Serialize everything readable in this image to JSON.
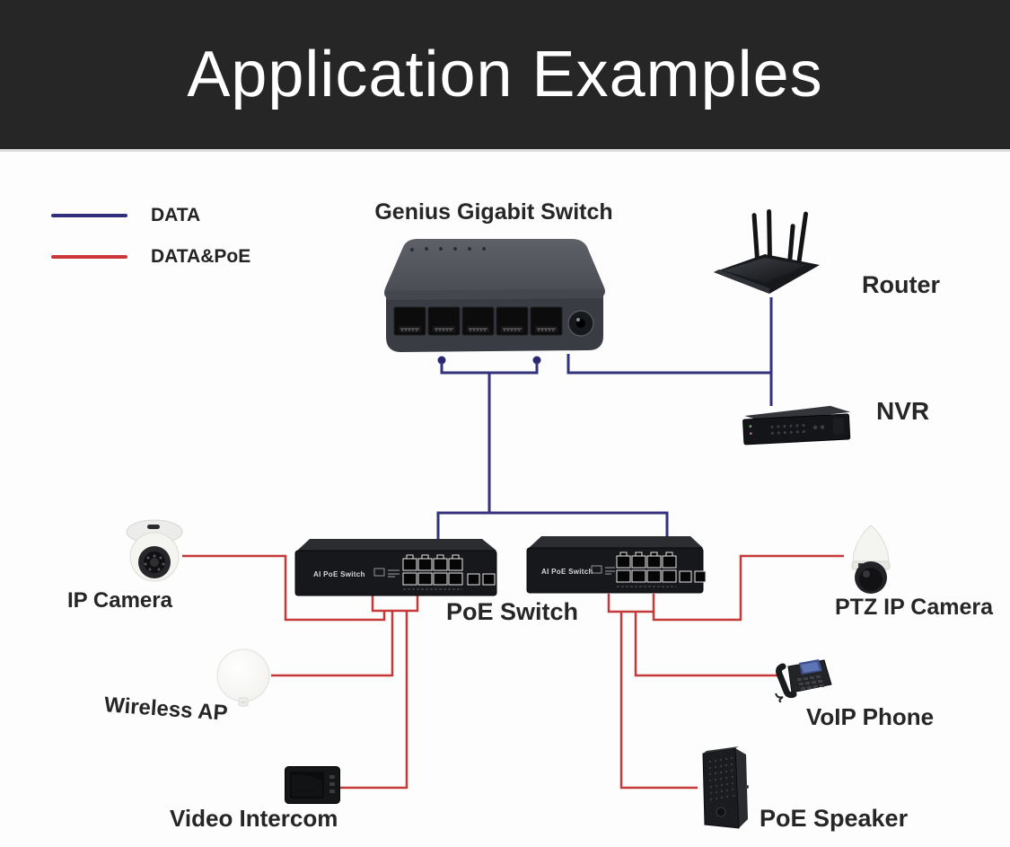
{
  "header": {
    "title": "Application Examples",
    "bg_color": "#262626",
    "text_color": "#ffffff"
  },
  "legend": {
    "data_label": "DATA",
    "poe_label": "DATA&PoE",
    "data_color": "#312e7b",
    "poe_color": "#cc3737"
  },
  "labels": {
    "gigabit_switch": "Genius Gigabit Switch",
    "router": "Router",
    "nvr": "NVR",
    "poe_switch": "PoE Switch",
    "ai_poe_switch": "AI PoE Switch",
    "ip_camera": "IP Camera",
    "wireless_ap": "Wireless AP",
    "video_intercom": "Video Intercom",
    "ptz_camera": "PTZ IP Camera",
    "voip_phone": "VoIP Phone",
    "poe_speaker": "PoE Speaker"
  },
  "connections": [
    {
      "from": "gigabit-switch",
      "to": "poe-switch-left",
      "type": "DATA"
    },
    {
      "from": "gigabit-switch",
      "to": "poe-switch-right",
      "type": "DATA"
    },
    {
      "from": "gigabit-switch",
      "to": "router",
      "type": "DATA"
    },
    {
      "from": "router",
      "to": "nvr",
      "type": "DATA"
    },
    {
      "from": "poe-switch-left",
      "to": "ip-camera",
      "type": "DATA&PoE"
    },
    {
      "from": "poe-switch-left",
      "to": "wireless-ap",
      "type": "DATA&PoE"
    },
    {
      "from": "poe-switch-left",
      "to": "video-intercom",
      "type": "DATA&PoE"
    },
    {
      "from": "poe-switch-right",
      "to": "ptz-ip-camera",
      "type": "DATA&PoE"
    },
    {
      "from": "poe-switch-right",
      "to": "voip-phone",
      "type": "DATA&PoE"
    },
    {
      "from": "poe-switch-right",
      "to": "poe-speaker",
      "type": "DATA&PoE"
    }
  ],
  "colors": {
    "data_line": "#34317f",
    "poe_line": "#c63939",
    "banner": "#262626",
    "label_text": "#262626"
  }
}
